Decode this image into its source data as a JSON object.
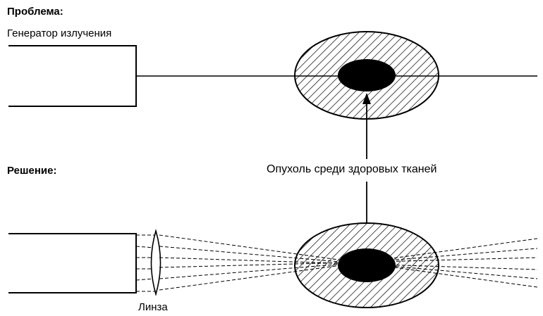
{
  "labels": {
    "problem_heading": "Проблема:",
    "generator": "Генератор излучения",
    "solution_heading": "Решение:",
    "tumor": "Опухоль среди здоровых тканей",
    "lens": "Линза"
  },
  "colors": {
    "ink": "#000000",
    "paper": "#ffffff"
  }
}
